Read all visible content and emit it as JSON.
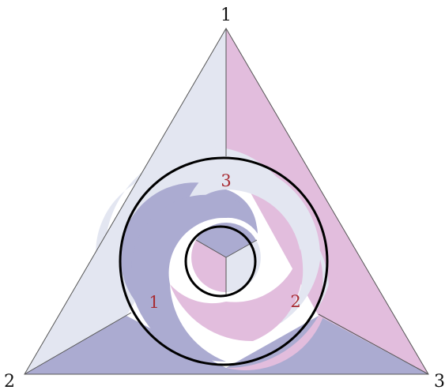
{
  "diagram": {
    "vertex_labels": [
      {
        "id": "top",
        "text": "1"
      },
      {
        "id": "bottom-left",
        "text": "2"
      },
      {
        "id": "bottom-right",
        "text": "3"
      }
    ],
    "region_labels": [
      {
        "id": "region-3",
        "text": "3"
      },
      {
        "id": "region-1",
        "text": "1"
      },
      {
        "id": "region-2",
        "text": "2"
      }
    ],
    "colors": {
      "region_1": "#ababd1",
      "region_2": "#e2bddd",
      "region_3": "#e3e6f1",
      "region_label": "#a82c33",
      "ring_stroke": "#000000",
      "edge_stroke": "#555555"
    }
  }
}
